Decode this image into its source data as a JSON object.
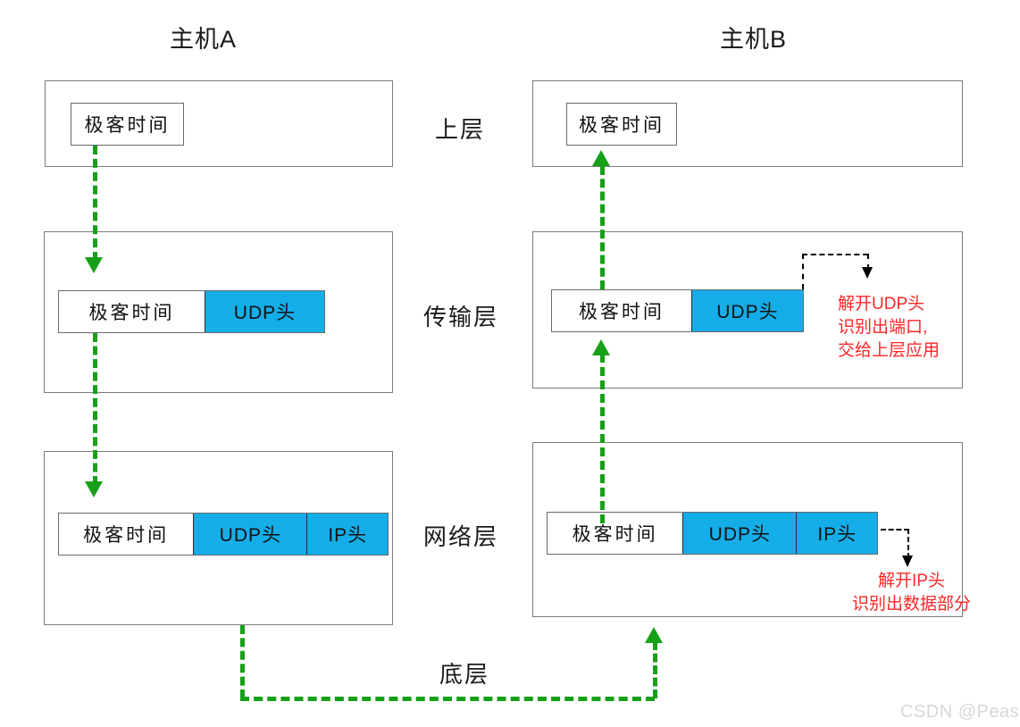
{
  "diagram": {
    "title_left": "主机A",
    "title_right": "主机B",
    "hosts": [
      {
        "name": "主机A",
        "layers": [
          {
            "label": "上层",
            "payload": [
              "极客时间"
            ]
          },
          {
            "label": "传输层",
            "payload": [
              "极客时间",
              "UDP头"
            ]
          },
          {
            "label": "网络层",
            "payload": [
              "极客时间",
              "UDP头",
              "IP头"
            ]
          }
        ]
      },
      {
        "name": "主机B",
        "layers": [
          {
            "label": "上层",
            "payload": [
              "极客时间"
            ]
          },
          {
            "label": "传输层",
            "payload": [
              "极客时间",
              "UDP头"
            ]
          },
          {
            "label": "网络层",
            "payload": [
              "极客时间",
              "UDP头",
              "IP头"
            ]
          }
        ]
      }
    ],
    "layer_labels": {
      "upper": "上层",
      "transport": "传输层",
      "network": "网络层",
      "link": "底层"
    },
    "packet_segments": {
      "data": "极客时间",
      "udp_header": "UDP头",
      "ip_header": "IP头"
    },
    "annotations": [
      {
        "target": "transport-layer-host-b",
        "lines": [
          "解开UDP头",
          "识别出端口,",
          "交给上层应用"
        ]
      },
      {
        "target": "network-layer-host-b",
        "lines": [
          "解开IP头",
          "识别出数据部分"
        ]
      }
    ],
    "colors": {
      "header_fill": "#15ADE8",
      "flow_arrow": "#16a018",
      "annotation_text": "#fb2727",
      "box_border": "#7b7b7b",
      "watermark": "#d7d7d7"
    },
    "watermark": "CSDN @Peas."
  }
}
